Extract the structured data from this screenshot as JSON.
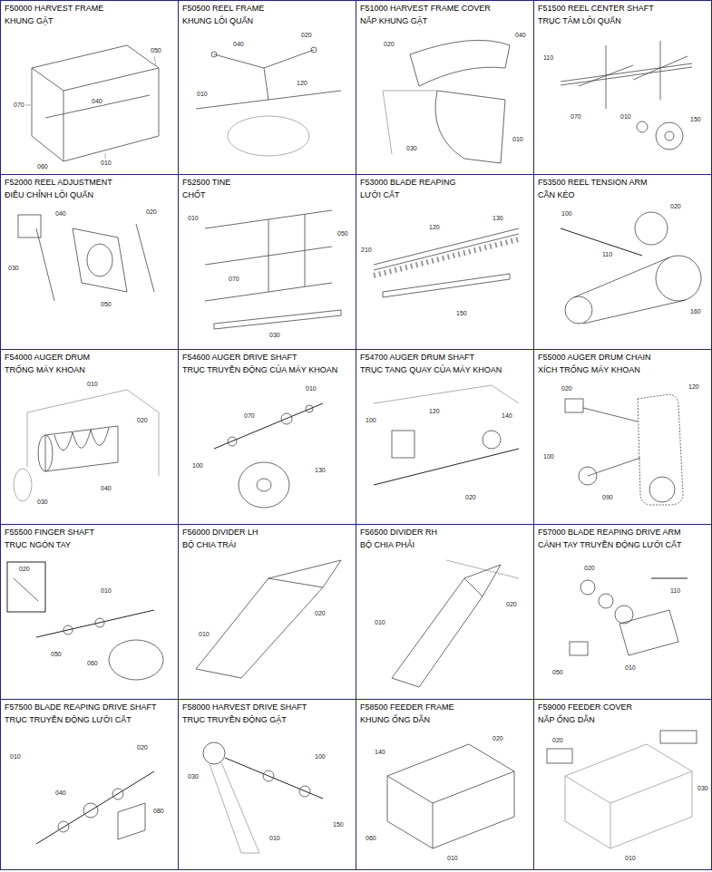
{
  "diagram": {
    "nodes": [
      {
        "text": [
          "F50000 HARVEST FRAME",
          "KHUNG GẶT"
        ]
      },
      {
        "text": [
          "F50500 REEL FRAME",
          "KHUNG LỖI QUẤN"
        ]
      },
      {
        "text": [
          "F51000 HARVEST FRAME COVER",
          "NẮP KHUNG GẶT"
        ]
      },
      {
        "text": [
          "F51500 REEL CENTER SHAFT",
          "TRỤC TÂM LỖI QUẤN"
        ]
      },
      {
        "text": [
          "F52000 REEL ADJUSTMENT",
          "ĐIỀU CHỈNH LỖI QUẤN"
        ]
      },
      {
        "text": [
          "F52500 TINE",
          "CHỐT"
        ]
      },
      {
        "text": [
          "F53000 BLADE REAPING",
          "LƯỠI CẮT"
        ]
      },
      {
        "text": [
          "F53500 REEL TENSION ARM",
          "CẦN KÉO"
        ]
      },
      {
        "text": [
          "F54000 AUGER DRUM",
          "TRỐNG MÁY KHOAN"
        ]
      },
      {
        "text": [
          "F54600 AUGER DRIVE SHAFT",
          "TRỤC TRUYỀN ĐỘNG CỦA MÁY KHOAN"
        ]
      },
      {
        "text": [
          "F54700 AUGER DRUM SHAFT",
          "TRỤC TANG QUAY CỦA MÁY KHOAN"
        ]
      },
      {
        "text": [
          "F55000 AUGER DRUM CHAIN",
          "XÍCH TRỐNG MÁY KHOAN"
        ]
      },
      {
        "text": [
          "F55500 FINGER SHAFT",
          "TRỤC NGÓN TAY"
        ]
      },
      {
        "text": [
          "F56000 DIVIDER LH",
          "BỘ CHIA TRÁI"
        ]
      },
      {
        "text": [
          "F56500 DIVIDER RH",
          "BỘ CHIA PHẢI"
        ]
      },
      {
        "text": [
          "F57000 BLADE REAPING DRIVE ARM",
          "CÁNH TAY TRUYỀN ĐỘNG LƯỠI CẮT"
        ]
      },
      {
        "text": [
          "F57500 BLADE REAPING DRIVE SHAFT",
          "TRỤC TRUYỀN ĐỘNG LƯỠI CẮT"
        ]
      },
      {
        "text": [
          "F58000 HARVEST DRIVE SHAFT",
          "TRỤC TRUYỀN ĐỘNG GẶT"
        ]
      },
      {
        "text": [
          "F58500 FEEDER FRAME",
          "KHUNG ỐNG DẪN"
        ]
      },
      {
        "text": [
          "F59000 FEEDER COVER",
          "NẮP ỐNG DẪN"
        ]
      }
    ],
    "labels": [
      "050",
      "070",
      "060",
      "010",
      "040",
      "040",
      "020",
      "120",
      "010",
      "020",
      "040",
      "010",
      "030",
      "110",
      "070",
      "010",
      "150",
      "040",
      "030",
      "050",
      "020",
      "010",
      "050",
      "070",
      "030",
      "210",
      "120",
      "130",
      "150",
      "100",
      "020",
      "110",
      "160",
      "010",
      "020",
      "030",
      "040",
      "010",
      "100",
      "070",
      "130",
      "100",
      "120",
      "140",
      "020",
      "020",
      "120",
      "100",
      "090",
      "020",
      "010",
      "050",
      "060",
      "010",
      "020",
      "010",
      "020",
      "020",
      "110",
      "010",
      "050",
      "010",
      "020",
      "080",
      "040",
      "030",
      "100",
      "150",
      "010",
      "140",
      "020",
      "010",
      "060",
      "020",
      "030",
      "010"
    ]
  }
}
